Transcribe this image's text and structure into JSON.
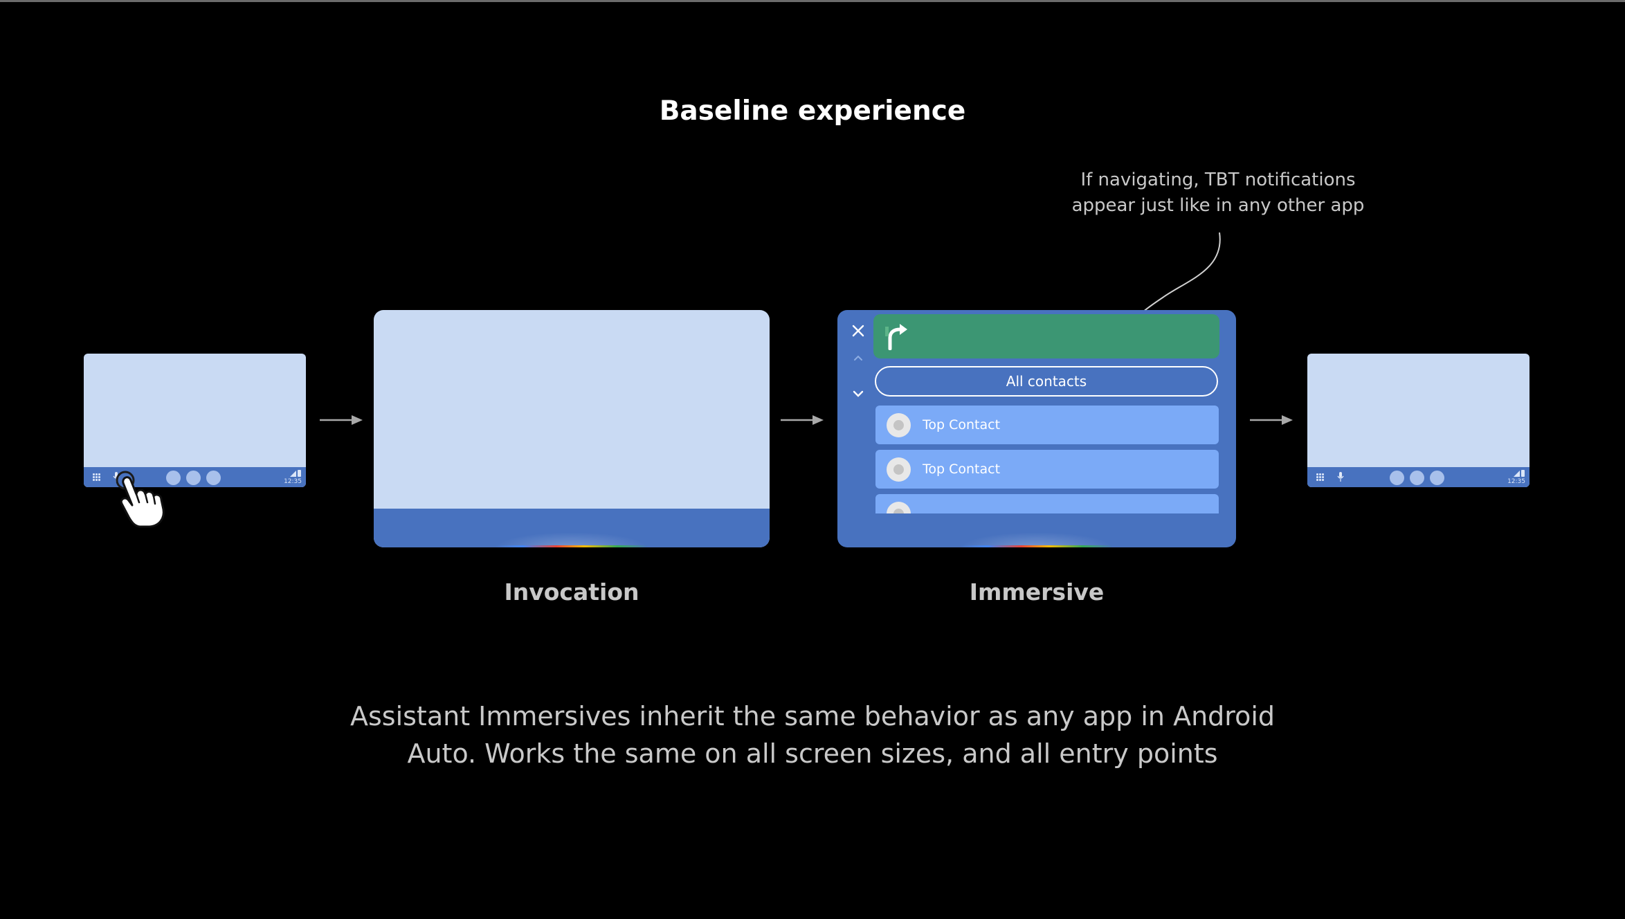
{
  "title": "Baseline experience",
  "callout": {
    "line1": "If navigating, TBT notifications",
    "line2": "appear just like in any other app"
  },
  "labels": {
    "invocation": "Invocation",
    "immersive": "Immersive"
  },
  "footer": {
    "line1": "Assistant Immersives inherit the same behavior as any app in Android",
    "line2": "Auto. Works the same on all screen sizes, and all entry points"
  },
  "status_time": "12:35",
  "immersive_panel": {
    "chip_label": "All contacts",
    "contacts": [
      "Top Contact",
      "Top Contact",
      ""
    ]
  },
  "icons": {
    "launcher": "grid-icon",
    "assistant": "mic-icon",
    "close": "close-icon",
    "turn": "turn-right-icon",
    "touch": "hand-pointer-icon"
  },
  "colors": {
    "screen_light": "#c9daf3",
    "screen_blue": "#4872bf",
    "tbt_green": "#3c9673",
    "contact_blue": "#7baaf7"
  }
}
